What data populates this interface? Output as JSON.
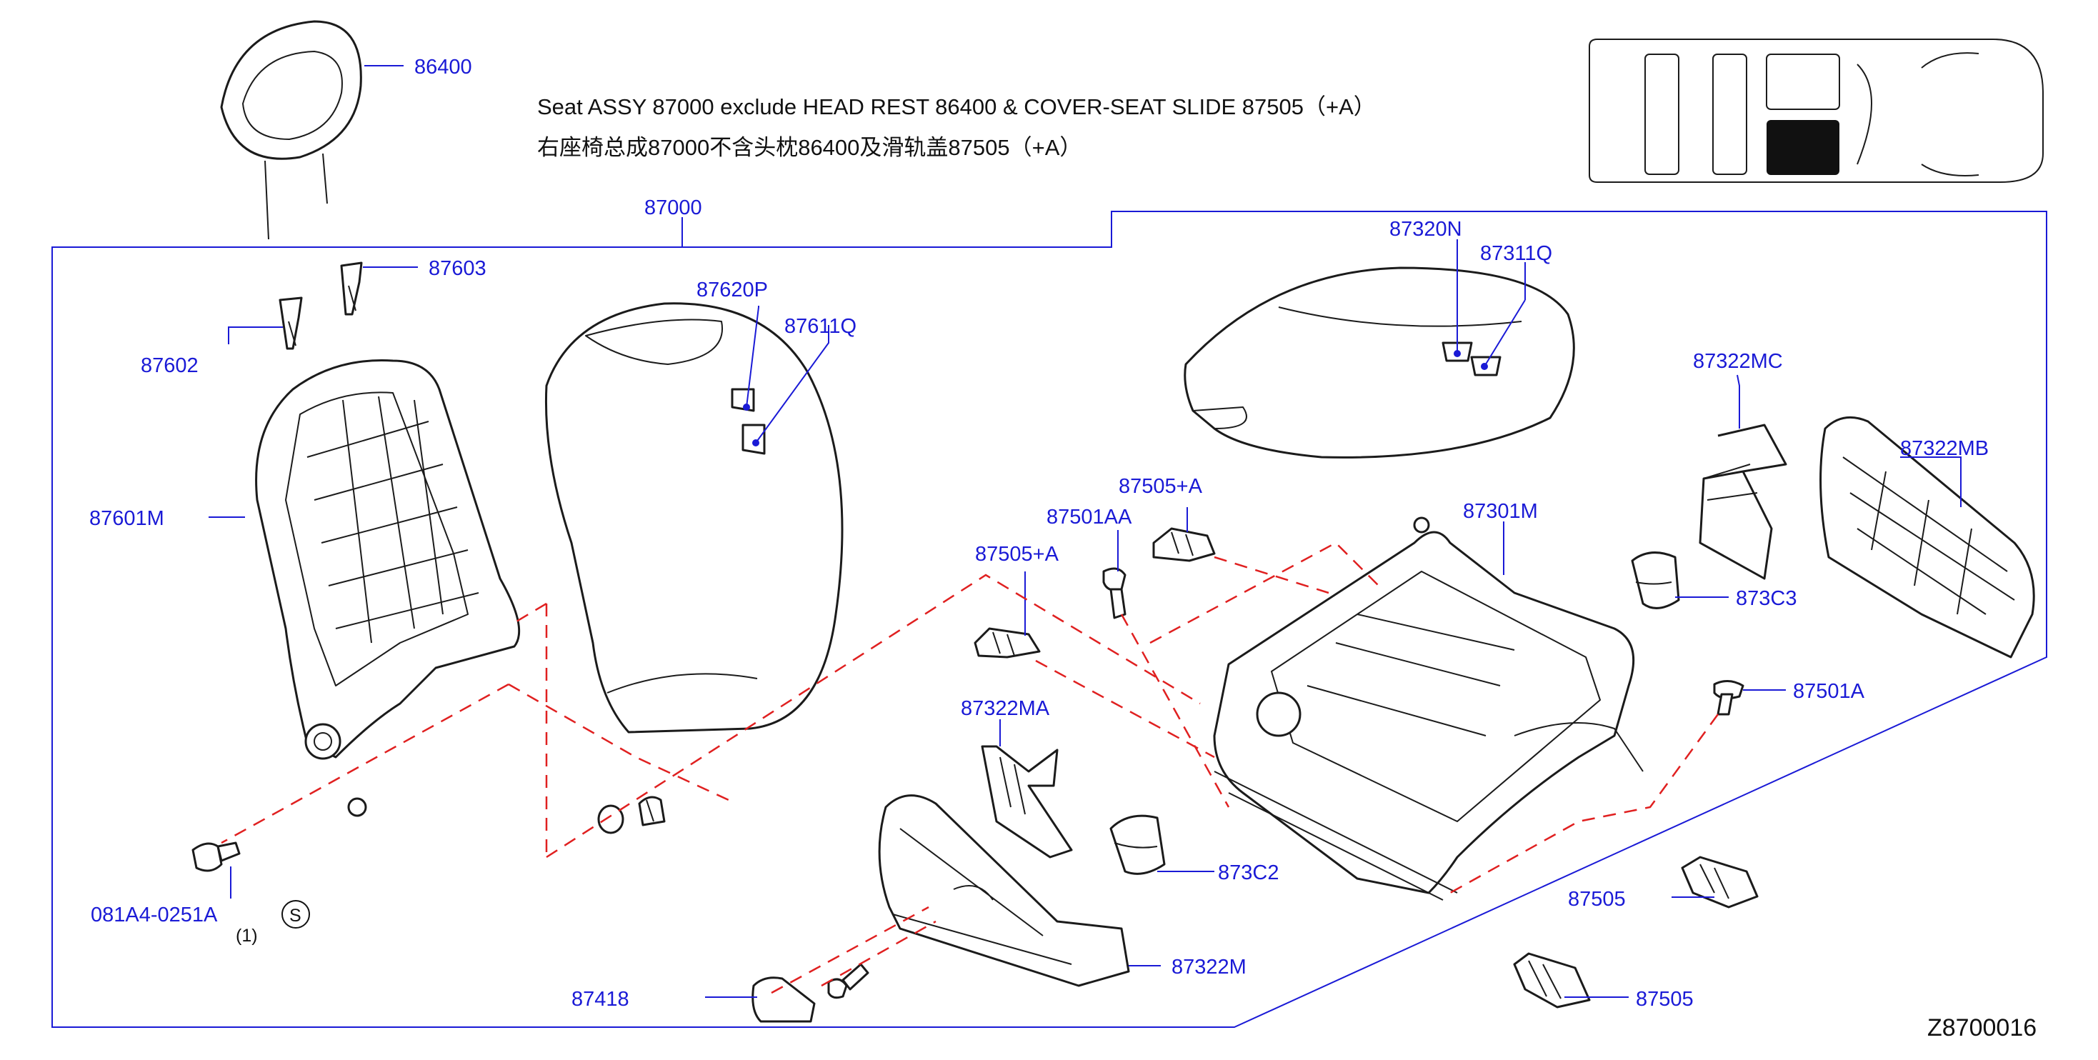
{
  "header": {
    "title_en": "Seat  ASSY  87000  exclude  HEAD  REST  86400  &  COVER-SEAT  SLIDE  87505（+A）",
    "title_cn": "右座椅总成87000不含头枕86400及滑轨盖87505（+A）"
  },
  "assembly_label": "87000",
  "callouts": {
    "p86400": "86400",
    "p87603": "87603",
    "p87602": "87602",
    "p87601M": "87601M",
    "p081A4": "081A4-0251A",
    "p081A4_qty": "(1)",
    "s_mark": "S",
    "p87620P": "87620P",
    "p87611Q": "87611Q",
    "p87320N": "87320N",
    "p87311Q": "87311Q",
    "p87322MC": "87322MC",
    "p87322MB": "87322MB",
    "p87505A_top": "87505+A",
    "p87501AA": "87501AA",
    "p87505A_mid": "87505+A",
    "p87301M": "87301M",
    "p873C3": "873C3",
    "p87501A": "87501A",
    "p87322MA": "87322MA",
    "p873C2": "873C2",
    "p87505_a": "87505",
    "p87505_b": "87505",
    "p87322M": "87322M",
    "p87418": "87418"
  },
  "diagram_code": "Z8700016",
  "colors": {
    "callout": "#1a1ad6",
    "dash": "#e02020",
    "line": "#1b1b1b",
    "locator_fill": "#111111"
  }
}
